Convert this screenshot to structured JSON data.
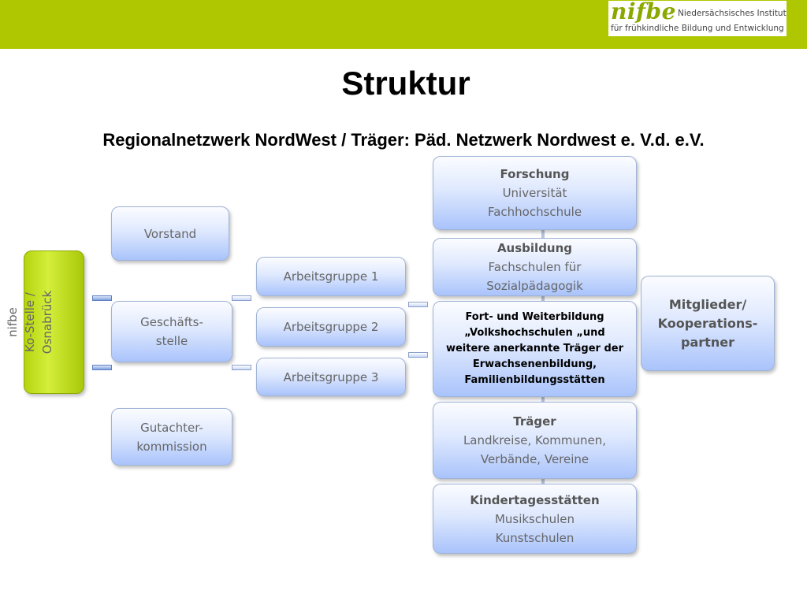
{
  "logo": {
    "word": "nifbe",
    "line1": "Niedersächsisches Institut",
    "line2": "für frühkindliche Bildung und Entwicklung"
  },
  "slide": {
    "title": "Struktur",
    "subtitle": "Regionalnetzwerk NordWest / Träger: Päd. Netzwerk Nordwest e. V.d. e.V."
  },
  "left": {
    "green": {
      "line1": "nifbe",
      "line2": "Ko-Stelle /",
      "line3": "Osnabrück"
    },
    "vorstand": "Vorstand",
    "geschaeft": {
      "line1": "Geschäfts-",
      "line2": "stelle"
    },
    "gutachter": {
      "line1": "Gutachter-",
      "line2": "kommission"
    }
  },
  "arbeitsgruppen": [
    "Arbeitsgruppe 1",
    "Arbeitsgruppe 2",
    "Arbeitsgruppe 3"
  ],
  "right": {
    "forschung": {
      "title": "Forschung",
      "line1": "Universität",
      "line2": "Fachhochschule"
    },
    "ausbildung": {
      "title": "Ausbildung",
      "line1": "Fachschulen für",
      "line2": "Sozialpädagogik"
    },
    "fortbildung": {
      "line1": "Fort- und Weiterbildung",
      "line2": "„Volkshochschulen „und",
      "line3": "weitere anerkannte Träger der",
      "line4": "Erwachsenenbildung,",
      "line5": "Familienbildungsstätten"
    },
    "traeger": {
      "title": "Träger",
      "line1": "Landkreise, Kommunen,",
      "line2": "Verbände, Vereine"
    },
    "kita": {
      "title": "Kindertagesstätten",
      "line1": "Musikschulen",
      "line2": "Kunstschulen"
    }
  },
  "mitglieder": {
    "line1": "Mitglieder/",
    "line2": "Kooperations-",
    "line3": "partner"
  }
}
